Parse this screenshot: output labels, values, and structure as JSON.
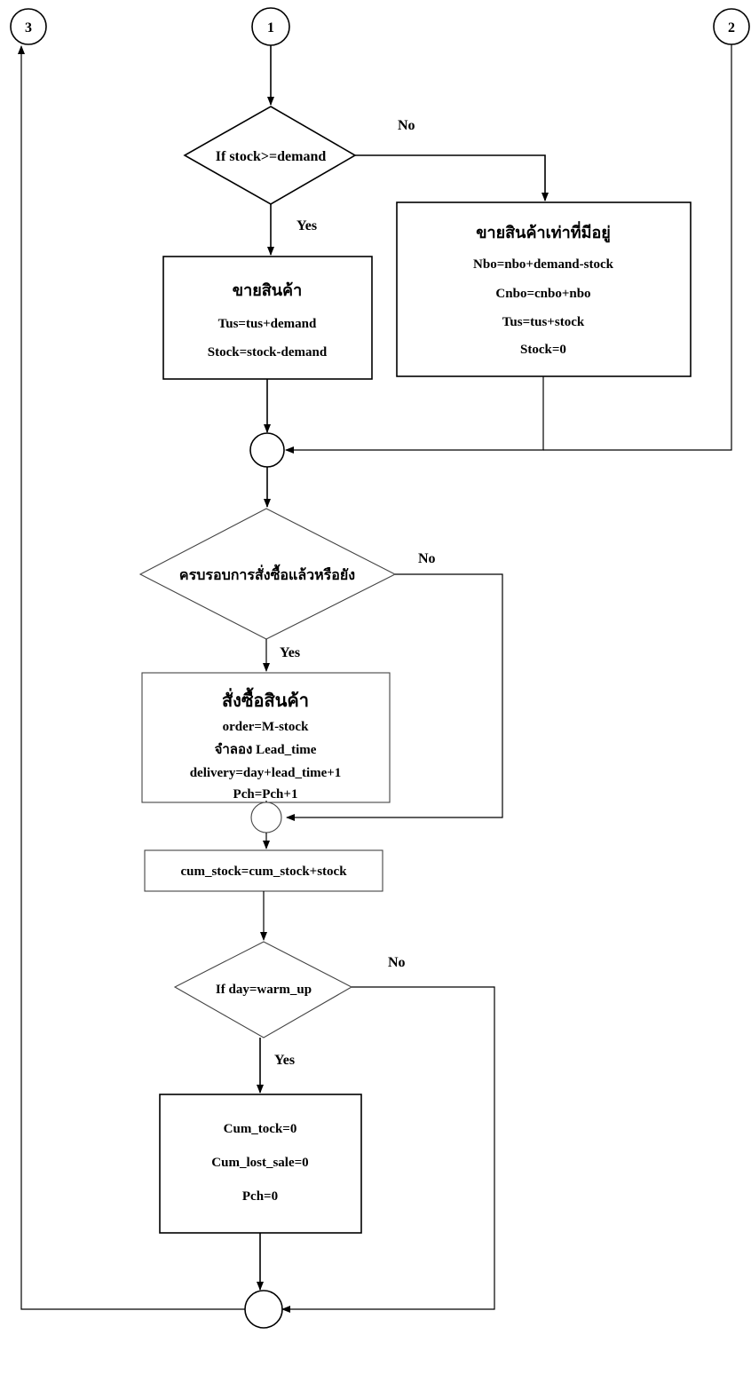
{
  "connectors": {
    "c1": "1",
    "c2": "2",
    "c3": "3"
  },
  "decision1": {
    "label": "If stock>=demand",
    "yes": "Yes",
    "no": "No"
  },
  "sell_box": {
    "title": "ขายสินค้า",
    "line1": "Tus=tus+demand",
    "line2": "Stock=stock-demand"
  },
  "partial_box": {
    "title": "ขายสินค้าเท่าที่มีอยู่",
    "line1": "Nbo=nbo+demand-stock",
    "line2": "Cnbo=cnbo+nbo",
    "line3": "Tus=tus+stock",
    "line4": "Stock=0"
  },
  "decision2": {
    "label": "ครบรอบการสั่งซื้อแล้วหรือยัง",
    "yes": "Yes",
    "no": "No"
  },
  "order_box": {
    "title": "สั่งซื้อสินค้า",
    "line1": "order=M-stock",
    "line2": "จำลอง Lead_time",
    "line3": "delivery=day+lead_time+1",
    "line4": "Pch=Pch+1"
  },
  "cum_box": {
    "line1": "cum_stock=cum_stock+stock"
  },
  "decision3": {
    "label": "If day=warm_up",
    "yes": "Yes",
    "no": "No"
  },
  "reset_box": {
    "line1": "Cum_tock=0",
    "line2": "Cum_lost_sale=0",
    "line3": "Pch=0"
  }
}
